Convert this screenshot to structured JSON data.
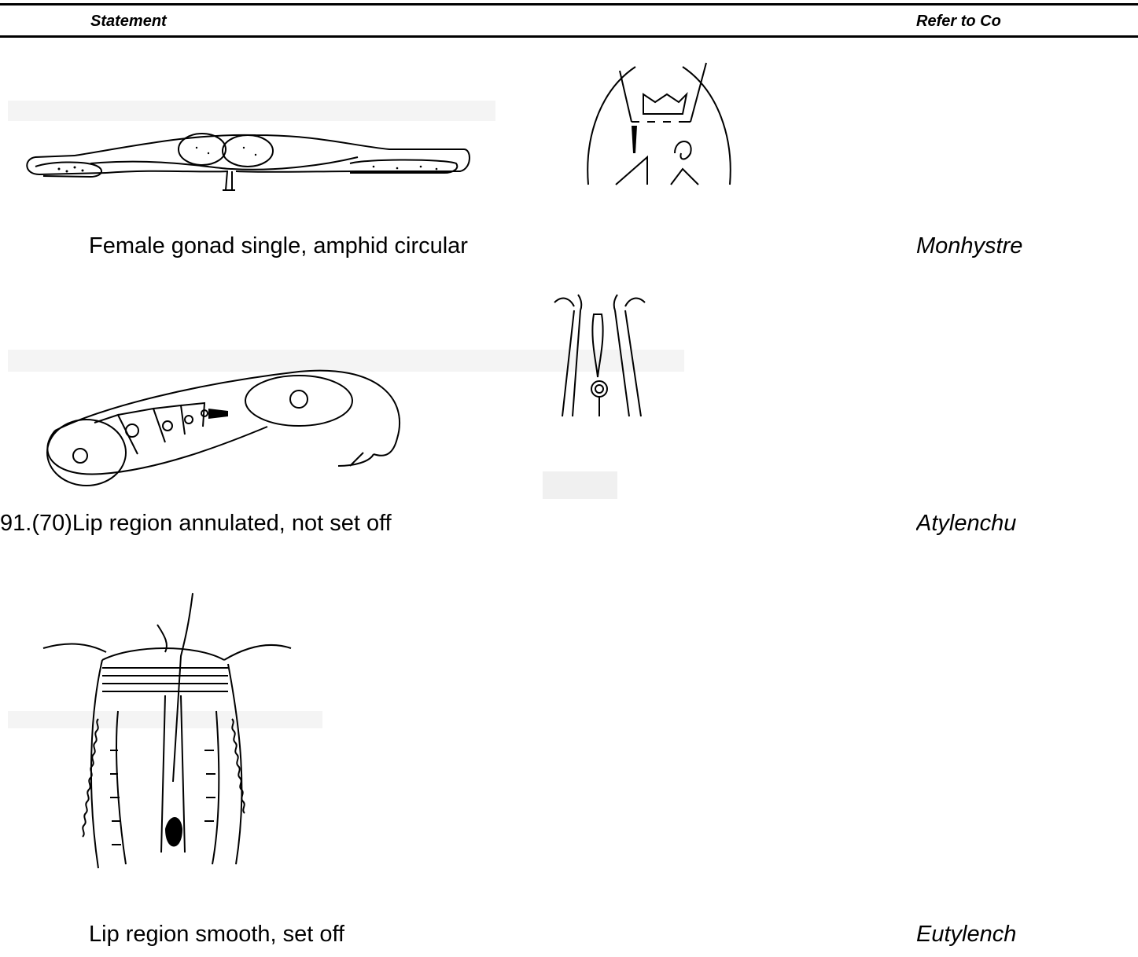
{
  "table_header": {
    "statement": "Statement",
    "refer_to": "Refer to Co"
  },
  "rows": [
    {
      "number": "",
      "statement": "Female gonad single, amphid circular",
      "refer": "Monhystre"
    },
    {
      "number": "91.(70)",
      "statement": "Lip region annulated, not set off",
      "refer": "Atylenchu"
    },
    {
      "number": "",
      "statement": "Lip region smooth, set off",
      "refer": "Eutylench"
    }
  ]
}
